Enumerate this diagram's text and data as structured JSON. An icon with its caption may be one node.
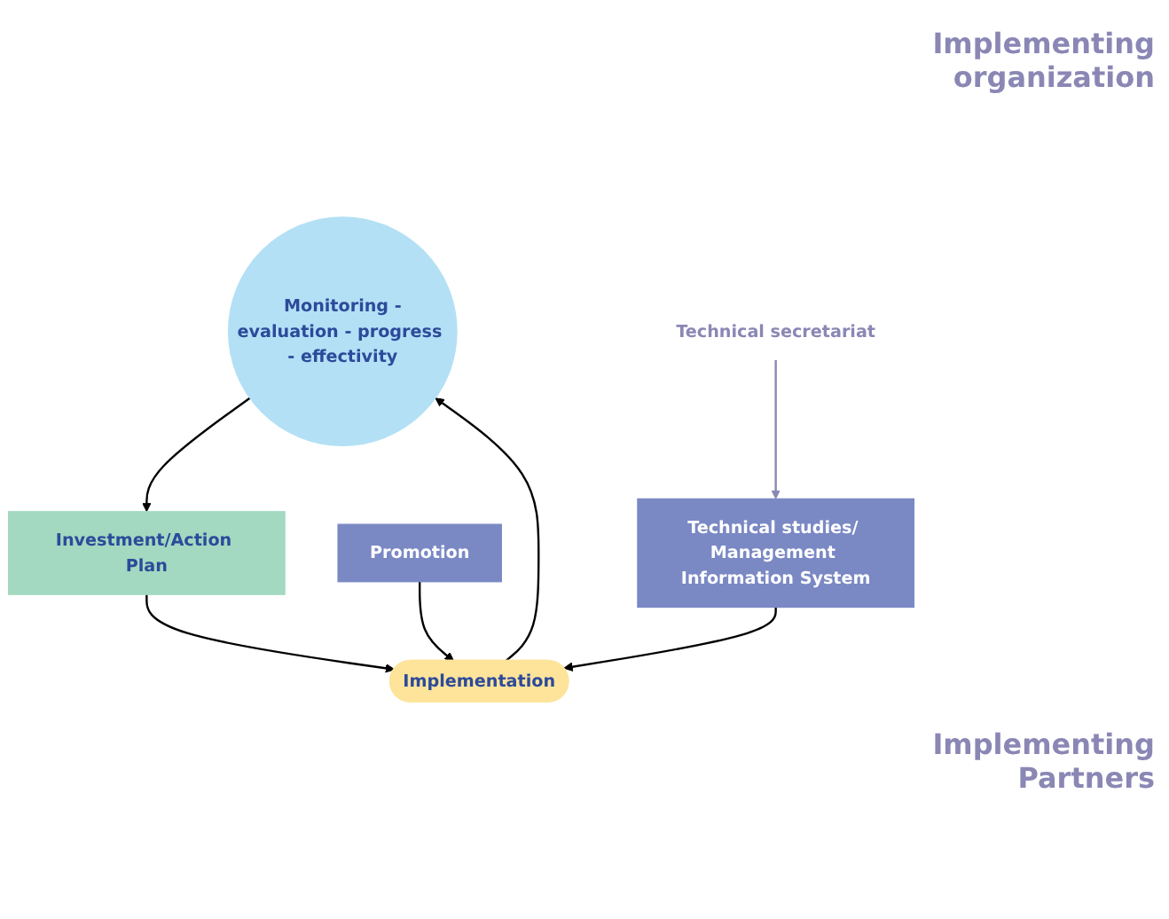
{
  "diagram": {
    "nodes": [
      {
        "text": [
          "Monitoring -evaluation - progress - effectivity"
        ]
      },
      {
        "text": [
          "Investment/Action Plan"
        ]
      },
      {
        "text": [
          "Promotion"
        ]
      },
      {
        "text": [
          "Technical studies/ Management Information System"
        ]
      },
      {
        "text": [
          "Implementation"
        ]
      },
      {
        "text": [
          "Technical secretariat"
        ]
      }
    ],
    "edges": [
      {
        "from": 0,
        "to": 1,
        "arrow": "to"
      },
      {
        "from": 1,
        "to": 4,
        "arrow": "to"
      },
      {
        "from": 2,
        "to": 4,
        "arrow": "to"
      },
      {
        "from": 3,
        "to": 4,
        "arrow": "to"
      },
      {
        "from": 4,
        "to": 0,
        "arrow": "to"
      },
      {
        "from": 5,
        "to": 3,
        "arrow": "to",
        "color": "#8a87b5"
      }
    ],
    "labels": [
      "Implementing organization",
      "Implementing Partners"
    ]
  }
}
